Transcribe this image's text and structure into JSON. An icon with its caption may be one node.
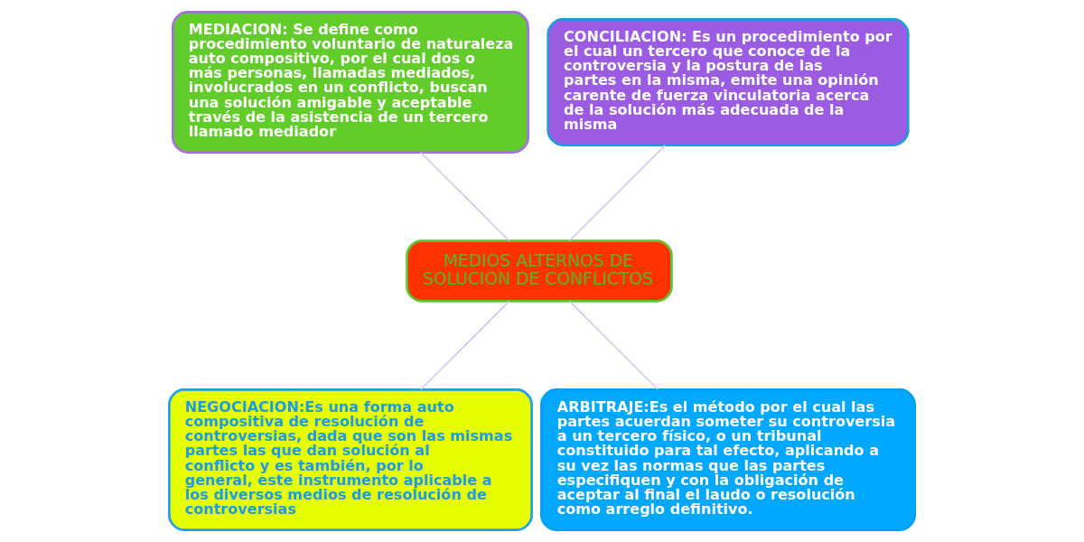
{
  "diagram": {
    "nodes": [
      {
        "text": [
          "MEDIACION: Se define como procedimiento voluntario de naturaleza auto compositivo, por el cual dos o más personas, llamadas mediados, involucrados en un conflicto, buscan una solución amigable y aceptable través de la asistencia de un tercero llamado mediador"
        ]
      },
      {
        "text": [
          "CONCILIACION: Es un procedimiento por el cual un tercero que conoce de la controversia y la postura de las partes en la misma, emite una opinión carente de fuerza vinculatoria acerca de la solución más adecuada de la misma"
        ]
      },
      {
        "text": [
          "MEDIOS ALTERNOS DE SOLUCION DE CONFLICTOS"
        ]
      },
      {
        "text": [
          "NEGOCIACION:Es una forma auto compositiva de resolución de controversias, dada que son las mismas partes las que dan solución al conflicto y es también, por lo general, este instrumento aplicable a los diversos medios de resolución de controversias"
        ]
      },
      {
        "text": [
          "ARBITRAJE:Es el método por el cual las partes acuerdan someter su controversia a un tercero físico, o un tribunal constituido para tal efecto, aplicando a su vez las normas que las partes especifiquen y con la obligación de aceptar al final el laudo o resolución como arreglo definitivo."
        ]
      }
    ],
    "edges": [
      {
        "from": 2,
        "to": 0,
        "arrow": "none"
      },
      {
        "from": 2,
        "to": 1,
        "arrow": "none"
      },
      {
        "from": 2,
        "to": 3,
        "arrow": "none"
      },
      {
        "from": 2,
        "to": 4,
        "arrow": "none"
      }
    ]
  }
}
